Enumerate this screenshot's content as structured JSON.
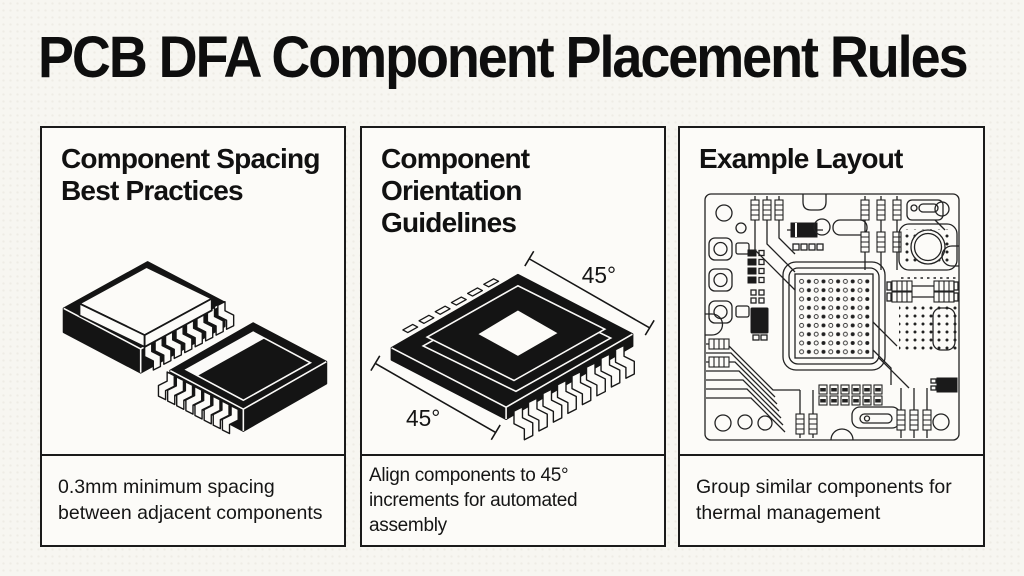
{
  "colors": {
    "ink": "#161616",
    "page_bg": "#f7f6f1",
    "panel_bg": "#fcfbf8",
    "chip_highlight": "#fcfbf8"
  },
  "title": "PCB DFA Component Placement Rules",
  "panels": [
    {
      "heading": "Component Spacing Best Practices",
      "caption": "0.3mm minimum spacing between adjacent components",
      "illustration": "two-surface-mount-chips"
    },
    {
      "heading": "Component Orientation Guidelines",
      "caption": "Align components to 45° increments for automated assembly",
      "illustration": "chip-with-45-degree-dimension-lines",
      "dim_top": "45°",
      "dim_bottom": "45°"
    },
    {
      "heading": "Example Layout",
      "caption": "Group similar components for thermal management",
      "illustration": "pcb-board-layout"
    }
  ]
}
